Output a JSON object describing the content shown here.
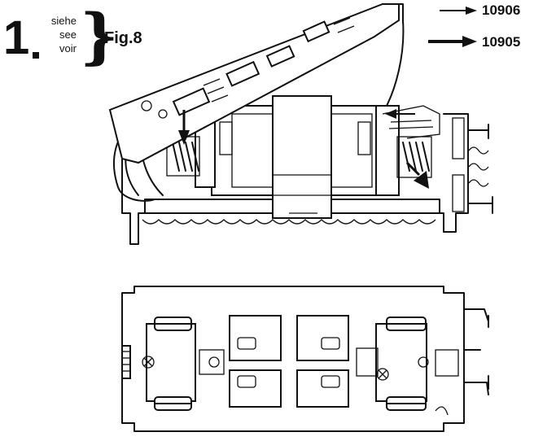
{
  "step": {
    "number": "1",
    "see_words": [
      "siehe",
      "see",
      "voir"
    ],
    "figure_ref": "Fig.8"
  },
  "parts": [
    {
      "number": "10906",
      "arrow": "thin"
    },
    {
      "number": "10905",
      "arrow": "bold"
    }
  ]
}
